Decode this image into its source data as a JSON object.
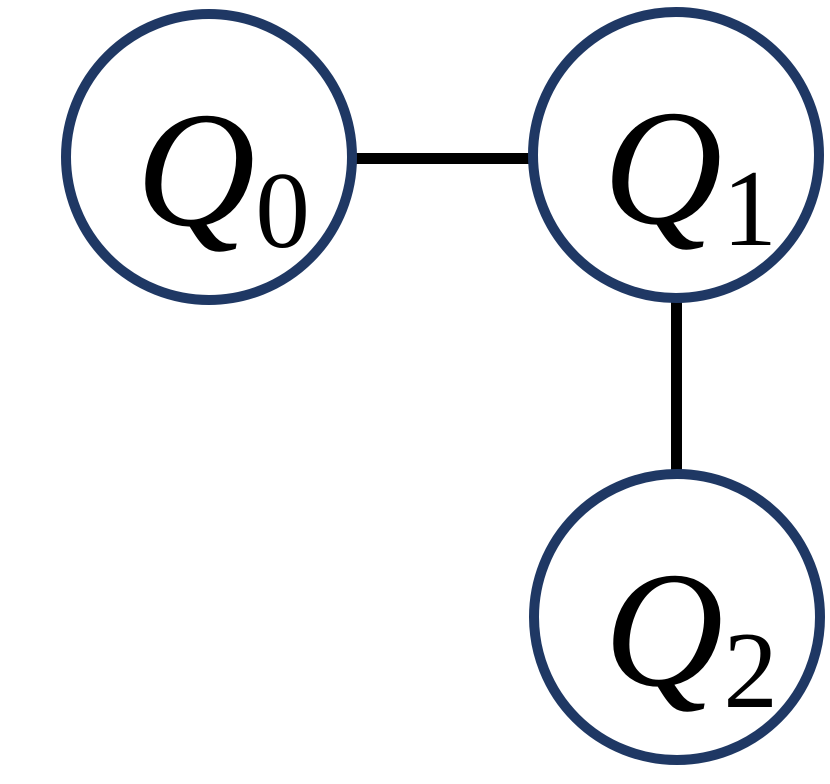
{
  "diagram": {
    "description": "Three-qubit connectivity graph: Q0 connected to Q1, Q1 connected to Q2",
    "colors": {
      "background": "#FFFFFF",
      "node_stroke": "#1F3864",
      "node_fill": "#FFFFFF",
      "edge": "#000000",
      "label": "#000000"
    },
    "nodes": [
      {
        "id": "Q0",
        "label_main": "Q",
        "label_sub": "0"
      },
      {
        "id": "Q1",
        "label_main": "Q",
        "label_sub": "1"
      },
      {
        "id": "Q2",
        "label_main": "Q",
        "label_sub": "2"
      }
    ],
    "edges": [
      {
        "from": "Q0",
        "to": "Q1",
        "orientation": "horizontal"
      },
      {
        "from": "Q1",
        "to": "Q2",
        "orientation": "vertical"
      }
    ]
  }
}
